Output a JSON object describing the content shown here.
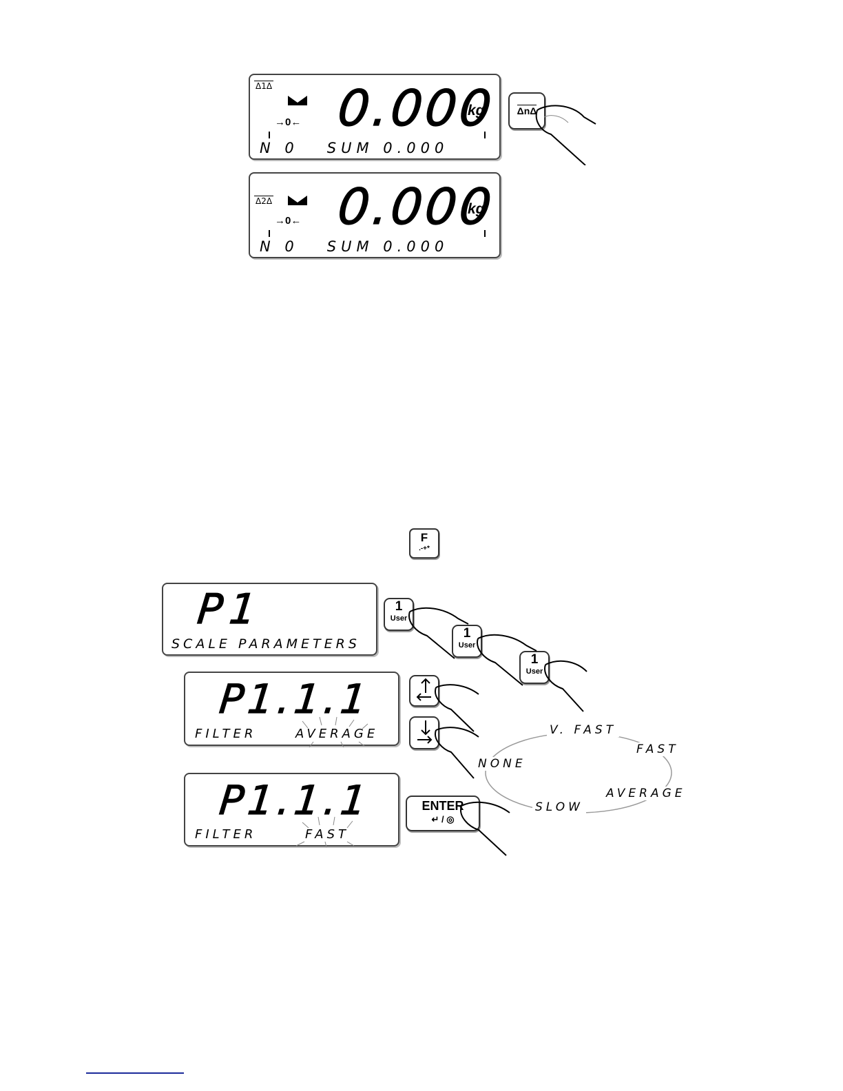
{
  "top": {
    "lcd1": {
      "weight": "0.000",
      "unit": "kg",
      "zero": "→0←",
      "pan": "1",
      "bottom": "N 0   SUM 0.000"
    },
    "lcd2": {
      "weight": "0.000",
      "unit": "kg",
      "zero": "→0←",
      "pan": "2",
      "bottom": "N 0   SUM 0.000"
    },
    "platform_key": {
      "label": "n"
    }
  },
  "f_key": {
    "top": "F",
    "bottom": ".-+*"
  },
  "menu": {
    "lcd_p1": {
      "code": "P1",
      "text": "SCALE PARAMETERS"
    },
    "lcd_p111a": {
      "code": "P1.1.1",
      "left": "FILTER",
      "right": "AVERAGE"
    },
    "lcd_p111b": {
      "code": "P1.1.1",
      "left": "FILTER",
      "right": "FAST"
    },
    "user_key": {
      "digit": "1",
      "label": "User"
    },
    "enter_key": {
      "label": "ENTER",
      "sub": "/"
    },
    "cycle": [
      "V. FAST",
      "FAST",
      "AVERAGE",
      "SLOW",
      "NONE"
    ]
  },
  "colors": {
    "link": "#1a2a9a",
    "lcd_border": "#444444"
  }
}
